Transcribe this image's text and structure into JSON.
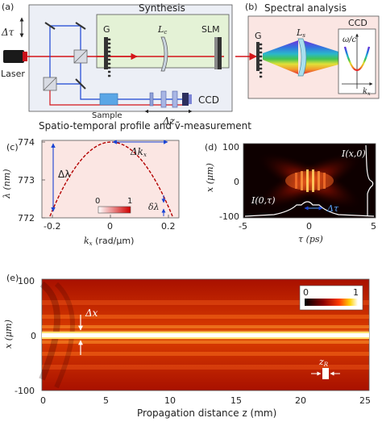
{
  "panel_a": {
    "label": "(a)",
    "synthesis_title": "Synthesis",
    "delta_tau": "Δτ",
    "grating": "G",
    "lens": "L",
    "lens_sub": "c",
    "slm": "SLM",
    "laser": "Laser",
    "sample": "Sample",
    "ccd": "CCD",
    "delta_z": "Δz",
    "caption": "Spatio-temporal profile and ṽ-measurement"
  },
  "panel_b": {
    "label": "(b)",
    "title": "Spectral analysis",
    "grating": "G",
    "lens": "L",
    "lens_sub": "s",
    "ccd": "CCD",
    "omega_c": "ω/c",
    "kx": "k",
    "kx_sub": "x"
  },
  "panel_c": {
    "label": "(c)",
    "ylabel": "λ (nm)",
    "xlabel_k": "k",
    "xlabel_sub": "x",
    "xlabel_unit": " (rad/μm)",
    "yticks": [
      "774",
      "773",
      "772"
    ],
    "xticks": [
      "-0.2",
      "0",
      "0.2"
    ],
    "delta_lambda": "Δλ",
    "delta_kx": "Δk",
    "delta_kx_sub": "x",
    "delta_lambda_small": "δλ",
    "colorbar_min": "0",
    "colorbar_max": "1",
    "bg_color": "#fbe6e3",
    "curve_color": "#b30000",
    "arrow_color": "#1a44d4"
  },
  "panel_d": {
    "label": "(d)",
    "ylabel": "x (μm)",
    "xlabel": "τ (ps)",
    "yticks": [
      "100",
      "0",
      "-100"
    ],
    "xticks": [
      "-5",
      "0",
      "5"
    ],
    "label_ix0": "I(x,0)",
    "label_i0t": "I(0,τ)",
    "delta_tau": "Δτ"
  },
  "panel_e": {
    "label": "(e)",
    "ylabel": "x (μm)",
    "xlabel": "Propagation distance z (mm)",
    "yticks": [
      "100",
      "0",
      "-100"
    ],
    "xticks": [
      "0",
      "5",
      "10",
      "15",
      "20",
      "25"
    ],
    "delta_x": "Δx",
    "zr": "z",
    "zr_sub": "R",
    "colorbar_min": "0",
    "colorbar_max": "1"
  }
}
